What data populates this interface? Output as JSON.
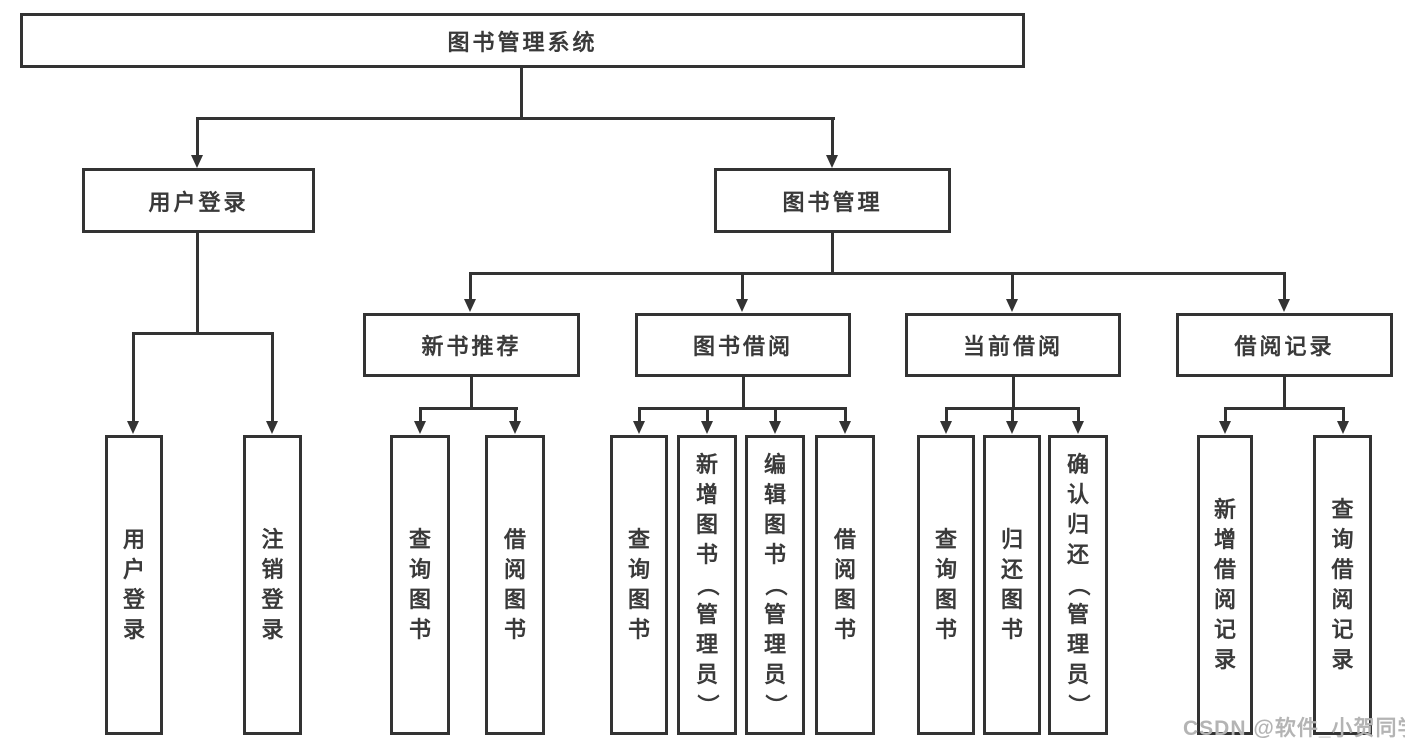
{
  "diagram": {
    "title": "图书管理系统",
    "watermark": "CSDN @软件_小贺同学",
    "colors": {
      "line": "#333333",
      "box_border": "#333333",
      "box_fill": "#ffffff",
      "text": "#3a3a3a",
      "watermark": "#b4b4b4",
      "background": "#ffffff"
    },
    "root": {
      "label": "图书管理系统"
    },
    "level2": [
      {
        "label": "用户登录"
      },
      {
        "label": "图书管理"
      }
    ],
    "level3": [
      {
        "label": "新书推荐"
      },
      {
        "label": "图书借阅"
      },
      {
        "label": "当前借阅"
      },
      {
        "label": "借阅记录"
      }
    ],
    "leaves": {
      "user_login": [
        "用户登录",
        "注销登录"
      ],
      "new_books": [
        "查询图书",
        "借阅图书"
      ],
      "book_borrow": [
        "查询图书",
        "新增图书（管理员）",
        "编辑图书（管理员）",
        "借阅图书"
      ],
      "current_borrow": [
        "查询图书",
        "归还图书",
        "确认归还（管理员）"
      ],
      "borrow_records": [
        "新增借阅记录",
        "查询借阅记录"
      ]
    }
  }
}
